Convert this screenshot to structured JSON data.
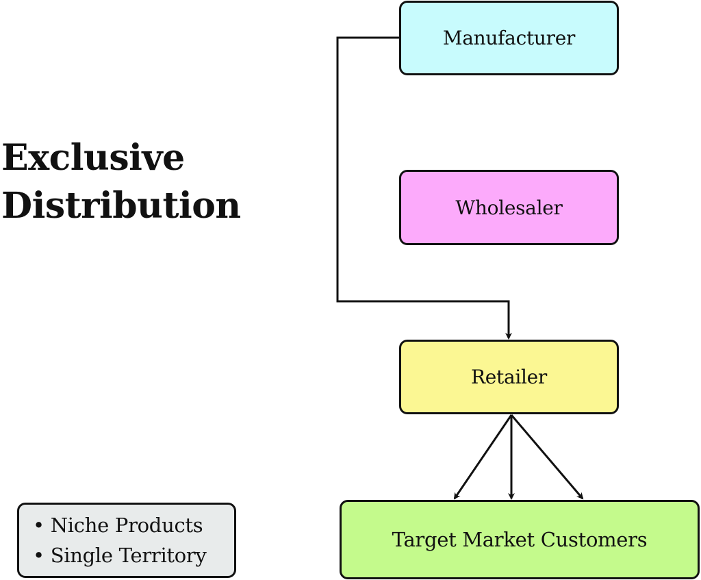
{
  "diagram": {
    "title_lines": [
      "Exclusive",
      "Distribution"
    ],
    "nodes": {
      "manufacturer": {
        "label": "Manufacturer",
        "color": "#c8fbfd"
      },
      "wholesaler": {
        "label": "Wholesaler",
        "color": "#fcaafb"
      },
      "retailer": {
        "label": "Retailer",
        "color": "#fbf793"
      },
      "target": {
        "label": "Target Market Customers",
        "color": "#c4fa8c"
      }
    },
    "legend": {
      "items": [
        "• Niche Products",
        "• Single Territory"
      ],
      "color": "#e8ebeb"
    },
    "edges": [
      {
        "from": "manufacturer",
        "to": "retailer",
        "style": "elbow, bypasses wholesaler"
      },
      {
        "from": "retailer",
        "to": "target",
        "count": 3
      }
    ]
  }
}
